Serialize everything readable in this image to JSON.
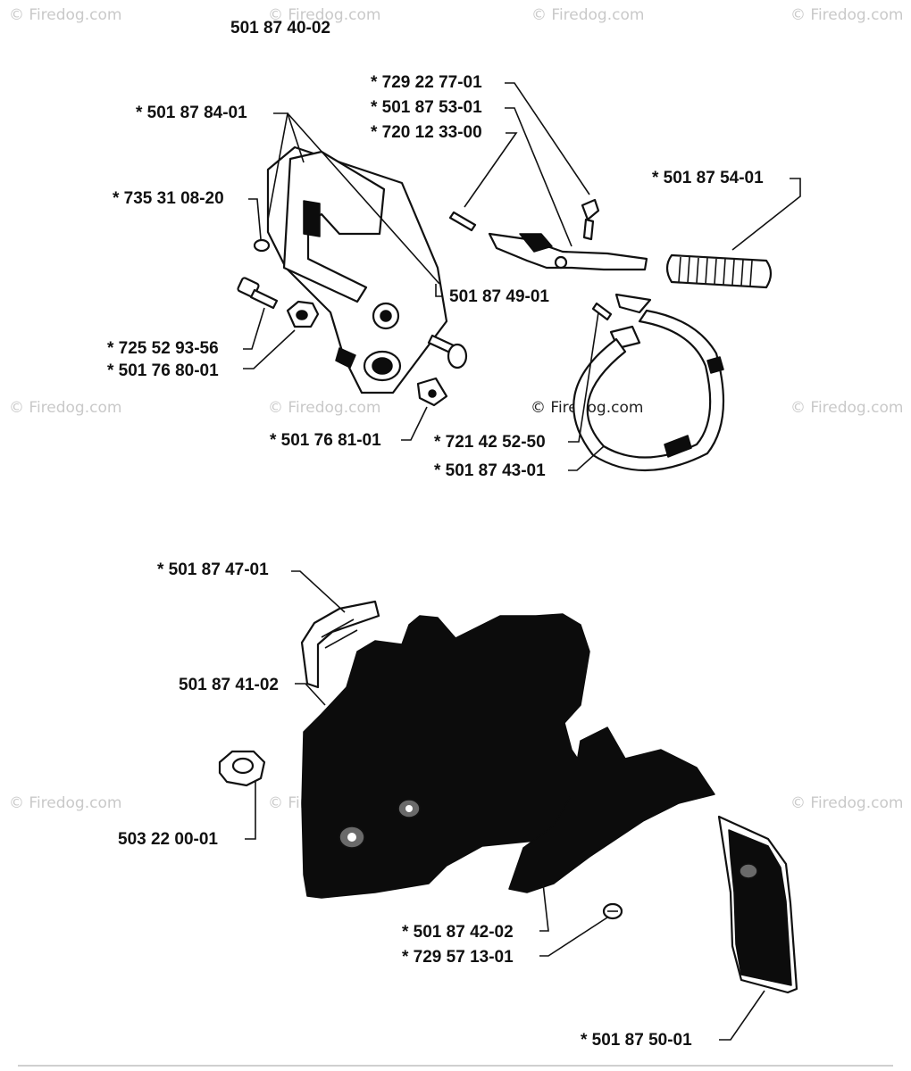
{
  "assembly": {
    "number": "501 87 40-02"
  },
  "watermark": {
    "text": "© Firedog.com"
  },
  "labels": [
    "* 501 87 84-01",
    "* 735 31 08-20",
    "* 725 52 93-56",
    "* 501 76 80-01",
    "* 501 76 81-01",
    "* 729 22 77-01",
    "* 501 87 53-01",
    "* 720 12 33-00",
    "* 501 87 54-01",
    "501 87 49-01",
    "* 721 42 52-50",
    "* 501 87 43-01",
    "* 501 87 47-01",
    "501 87 41-02",
    "503 22 00-01",
    "* 501 87 42-02",
    "* 729 57 13-01",
    "* 501 87 50-01"
  ]
}
